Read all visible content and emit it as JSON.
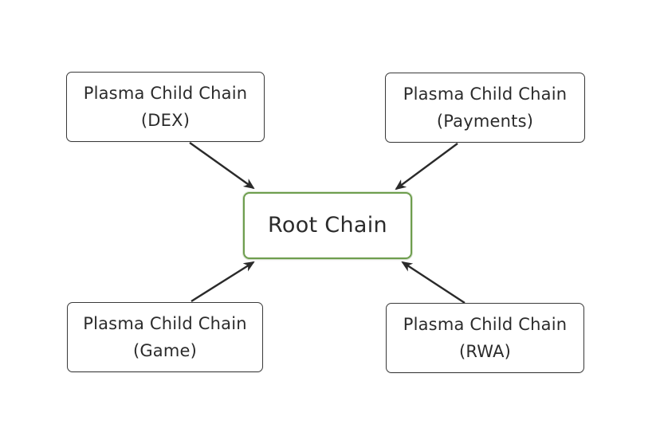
{
  "diagram": {
    "root": {
      "label": "Root Chain",
      "border_color": "#6e9e4e"
    },
    "children": [
      {
        "id": "dex",
        "line1": "Plasma Child Chain",
        "line2": "(DEX)"
      },
      {
        "id": "payments",
        "line1": "Plasma Child Chain",
        "line2": "(Payments)"
      },
      {
        "id": "game",
        "line1": "Plasma Child Chain",
        "line2": "(Game)"
      },
      {
        "id": "rwa",
        "line1": "Plasma Child Chain",
        "line2": "(RWA)"
      }
    ],
    "edges": [
      {
        "from": "dex",
        "to": "root"
      },
      {
        "from": "payments",
        "to": "root"
      },
      {
        "from": "game",
        "to": "root"
      },
      {
        "from": "rwa",
        "to": "root"
      }
    ],
    "colors": {
      "node_border": "#3a3a3a",
      "text": "#2b2b2b",
      "arrow": "#2a2a2a",
      "background": "#ffffff"
    }
  }
}
